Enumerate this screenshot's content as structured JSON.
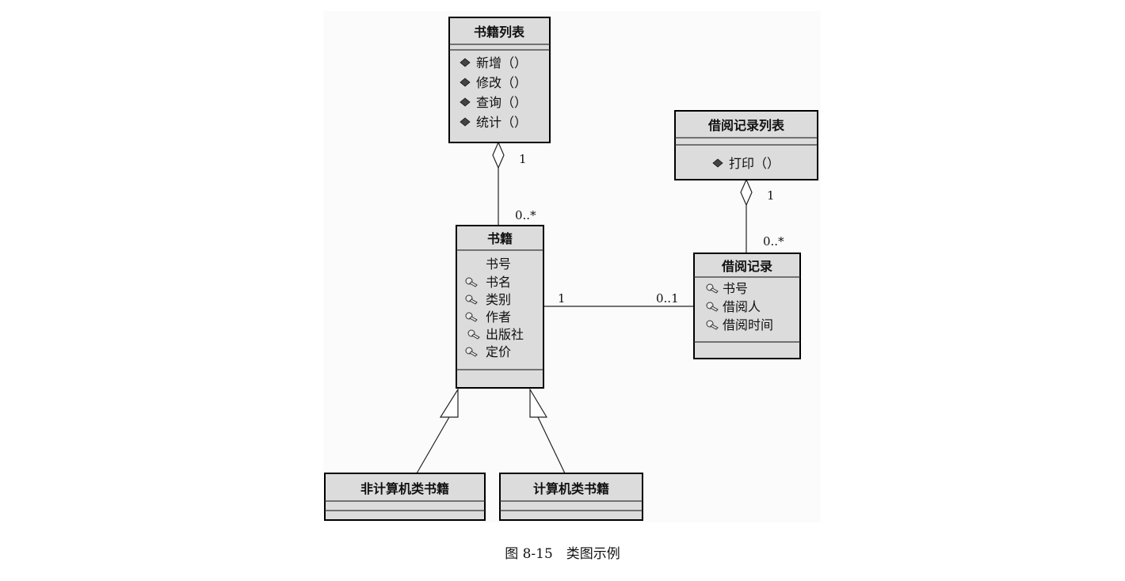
{
  "classes": {
    "book_list": {
      "name": "书籍列表",
      "operations": [
        "新增（）",
        "修改（）",
        "查询（）",
        "统计（）"
      ]
    },
    "borrow_record_list": {
      "name": "借阅记录列表",
      "operations": [
        "打印（）"
      ]
    },
    "book": {
      "name": "书籍",
      "attributes": [
        "书号",
        "书名",
        "类别",
        "作者",
        "出版社",
        "定价"
      ]
    },
    "borrow_record": {
      "name": "借阅记录",
      "attributes": [
        "书号",
        "借阅人",
        "借阅时间"
      ]
    },
    "non_computer_book": {
      "name": "非计算机类书籍"
    },
    "computer_book": {
      "name": "计算机类书籍"
    }
  },
  "relations": {
    "book_list_book": {
      "whole_multiplicity": "1",
      "part_multiplicity": "0..*"
    },
    "record_list_record": {
      "whole_multiplicity": "1",
      "part_multiplicity": "0..*"
    },
    "book_record": {
      "book_multiplicity": "1",
      "record_multiplicity": "0..1"
    }
  },
  "caption": "图 8-15　类图示例",
  "icons": {
    "operation": "operation-diamond-icon",
    "attribute": "attribute-key-icon"
  },
  "colors": {
    "class_fill": "#dcdcdc",
    "border": "#000000"
  }
}
